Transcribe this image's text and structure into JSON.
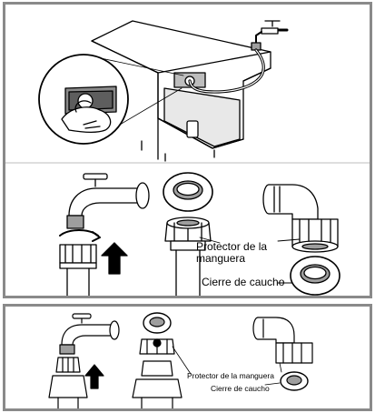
{
  "panels": [
    {
      "labels": {
        "protector": "Protector de la",
        "protector_line2": "manguera",
        "seal": "Cierre de caucho"
      }
    },
    {
      "labels": {
        "protector": "Protector de la manguera",
        "seal": "Cierre de caucho"
      }
    }
  ]
}
